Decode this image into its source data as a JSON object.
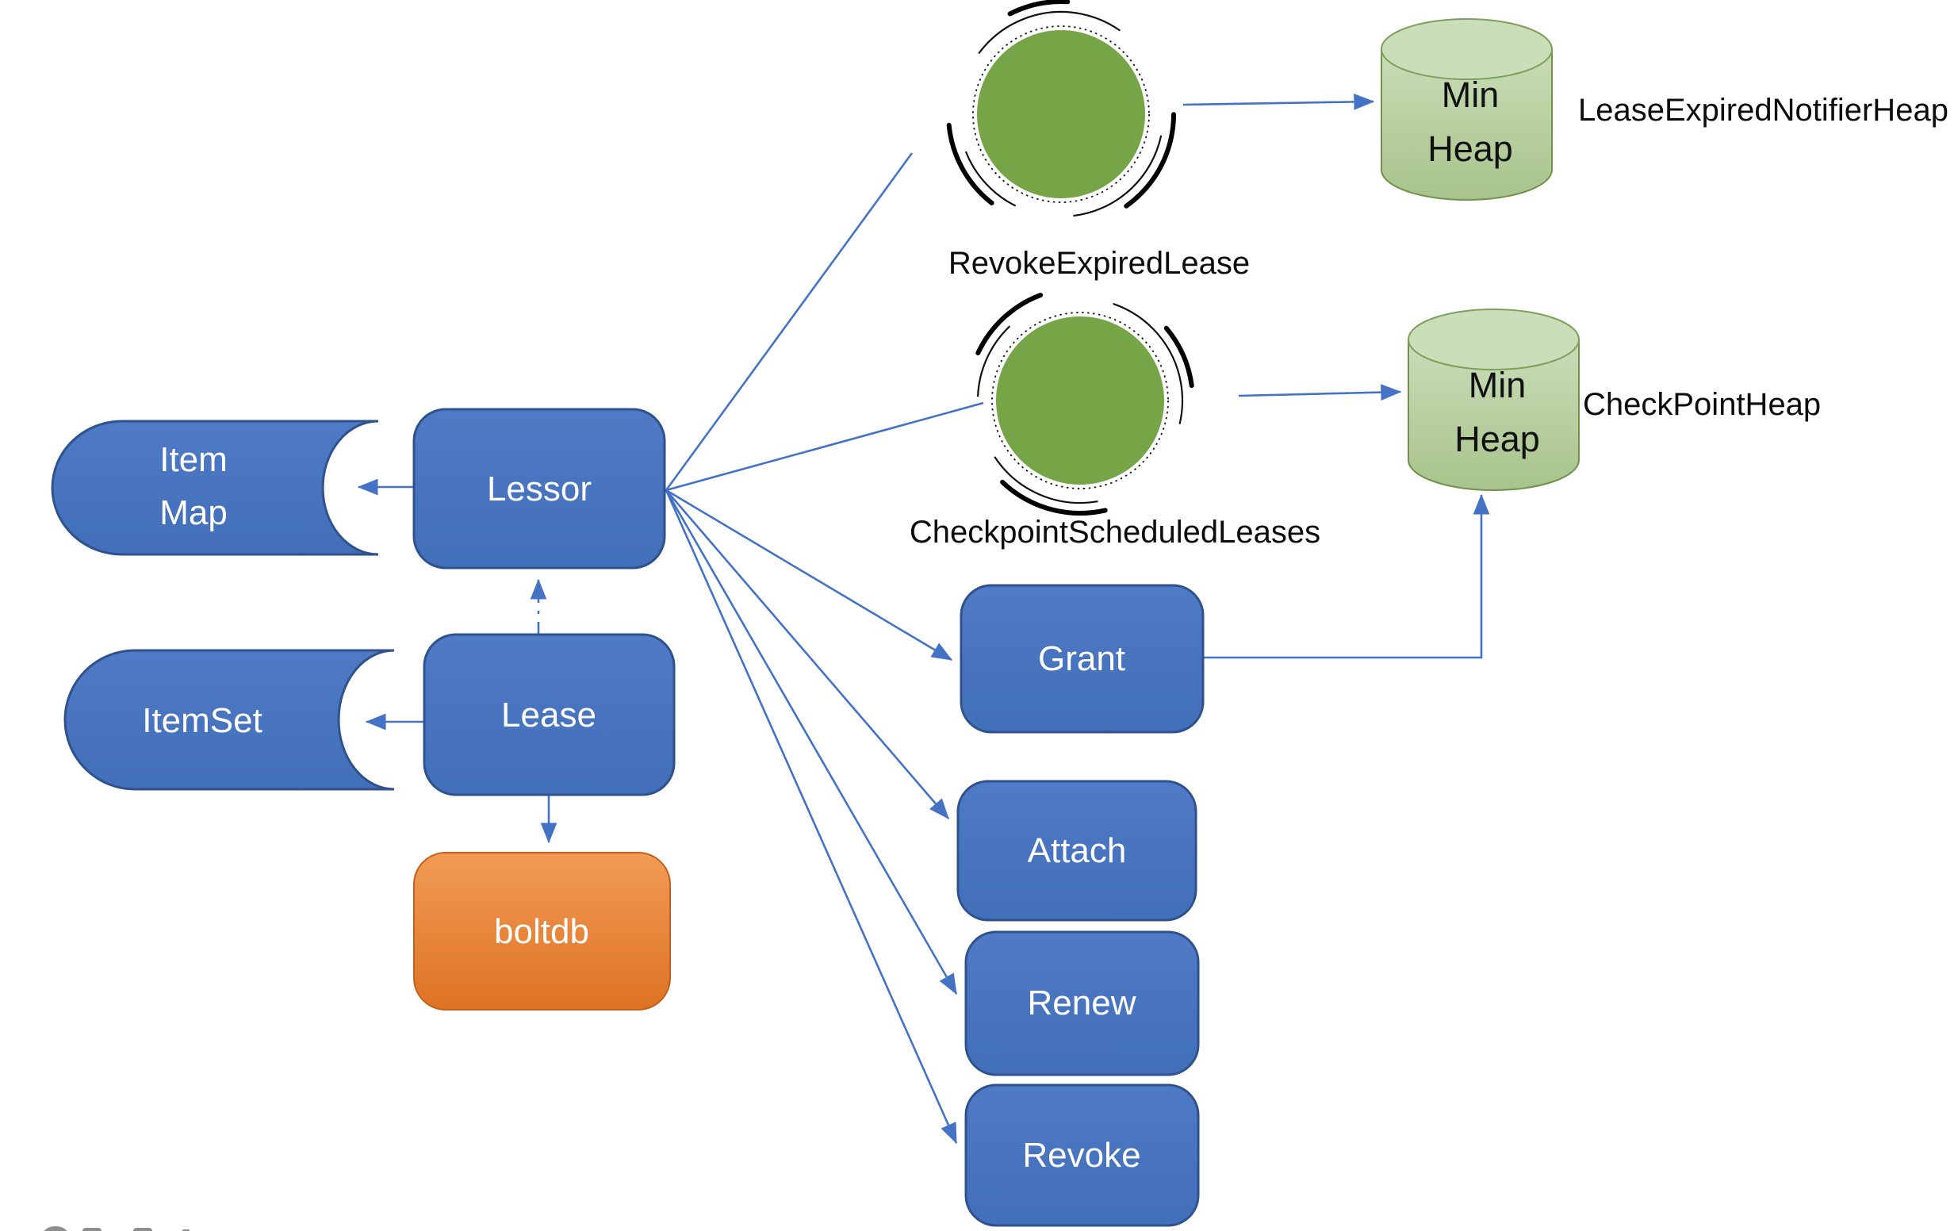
{
  "nodes": {
    "item_map": {
      "line1": "Item",
      "line2": "Map"
    },
    "lessor": {
      "label": "Lessor"
    },
    "item_set": {
      "label": "ItemSet"
    },
    "lease": {
      "label": "Lease"
    },
    "boltdb": {
      "label": "boltdb"
    },
    "grant": {
      "label": "Grant"
    },
    "attach": {
      "label": "Attach"
    },
    "renew": {
      "label": "Renew"
    },
    "revoke": {
      "label": "Revoke"
    },
    "min_heap_notifier": {
      "line1": "Min",
      "line2": "Heap"
    },
    "min_heap_checkpoint": {
      "line1": "Min",
      "line2": "Heap"
    }
  },
  "labels": {
    "revoke_expired_lease": "RevokeExpiredLease",
    "checkpoint_scheduled_leases": "CheckpointScheduledLeases",
    "lease_expired_notifier_heap": "LeaseExpiredNotifierHeap",
    "checkpoint_heap": "CheckPointHeap"
  },
  "colors": {
    "node_blue_fill": "#4472C4",
    "node_blue_border": "#2F528F",
    "orange_fill_top": "#F29B55",
    "orange_fill_bottom": "#DD7223",
    "orange_border": "#C55F1E",
    "loop_circle_green": "#76A548",
    "cylinder_fill": "#B5CE9F",
    "cylinder_border": "#71914E",
    "connector_blue": "#4472C4",
    "label_text": "#0c0c0c",
    "node_text": "#ffffff"
  }
}
